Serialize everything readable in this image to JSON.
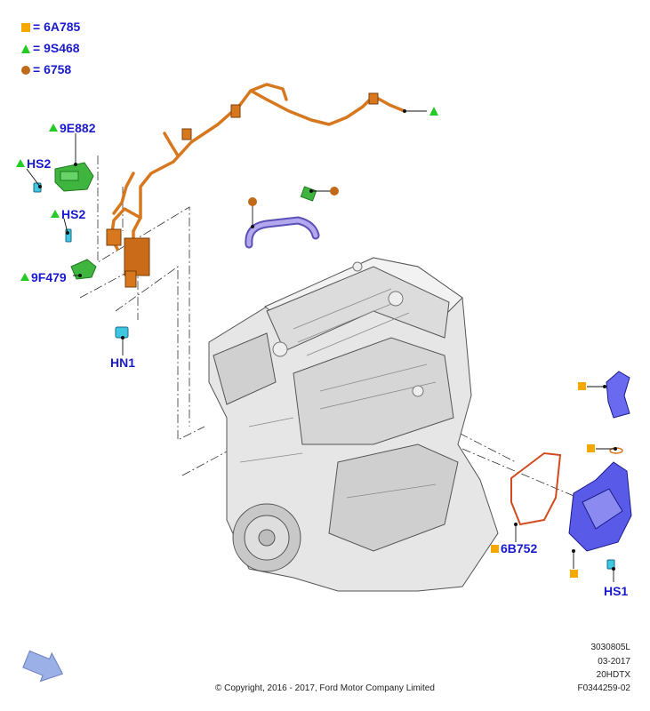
{
  "legend": [
    {
      "symbol": "square",
      "code": "6A785"
    },
    {
      "symbol": "triangle",
      "code": "9S468"
    },
    {
      "symbol": "circle",
      "code": "6758"
    }
  ],
  "legend_separator": "=",
  "callouts": {
    "9e882": "9E882",
    "hs2_top": "HS2",
    "hs2_mid": "HS2",
    "9f479": "9F479",
    "hn1": "HN1",
    "6b752": "6B752",
    "hs1": "HS1"
  },
  "footer": {
    "ref1": "3030805L",
    "date": "03-2017",
    "code": "20HDTX",
    "figure_id": "F0344259-02",
    "copyright": "© Copyright, 2016 - 2017, Ford Motor Company Limited"
  },
  "colors": {
    "label_blue": "#1a1acd",
    "square_orange": "#f5a800",
    "triangle_green": "#22cc22",
    "circle_brown": "#c06a1a",
    "harness_orange": "#d7771e",
    "bracket_green": "#3fb53f",
    "tube_purple": "#9a8ce0",
    "cover_blue": "#5a5ae8"
  },
  "icons": [
    "navigation-arrow-icon"
  ]
}
